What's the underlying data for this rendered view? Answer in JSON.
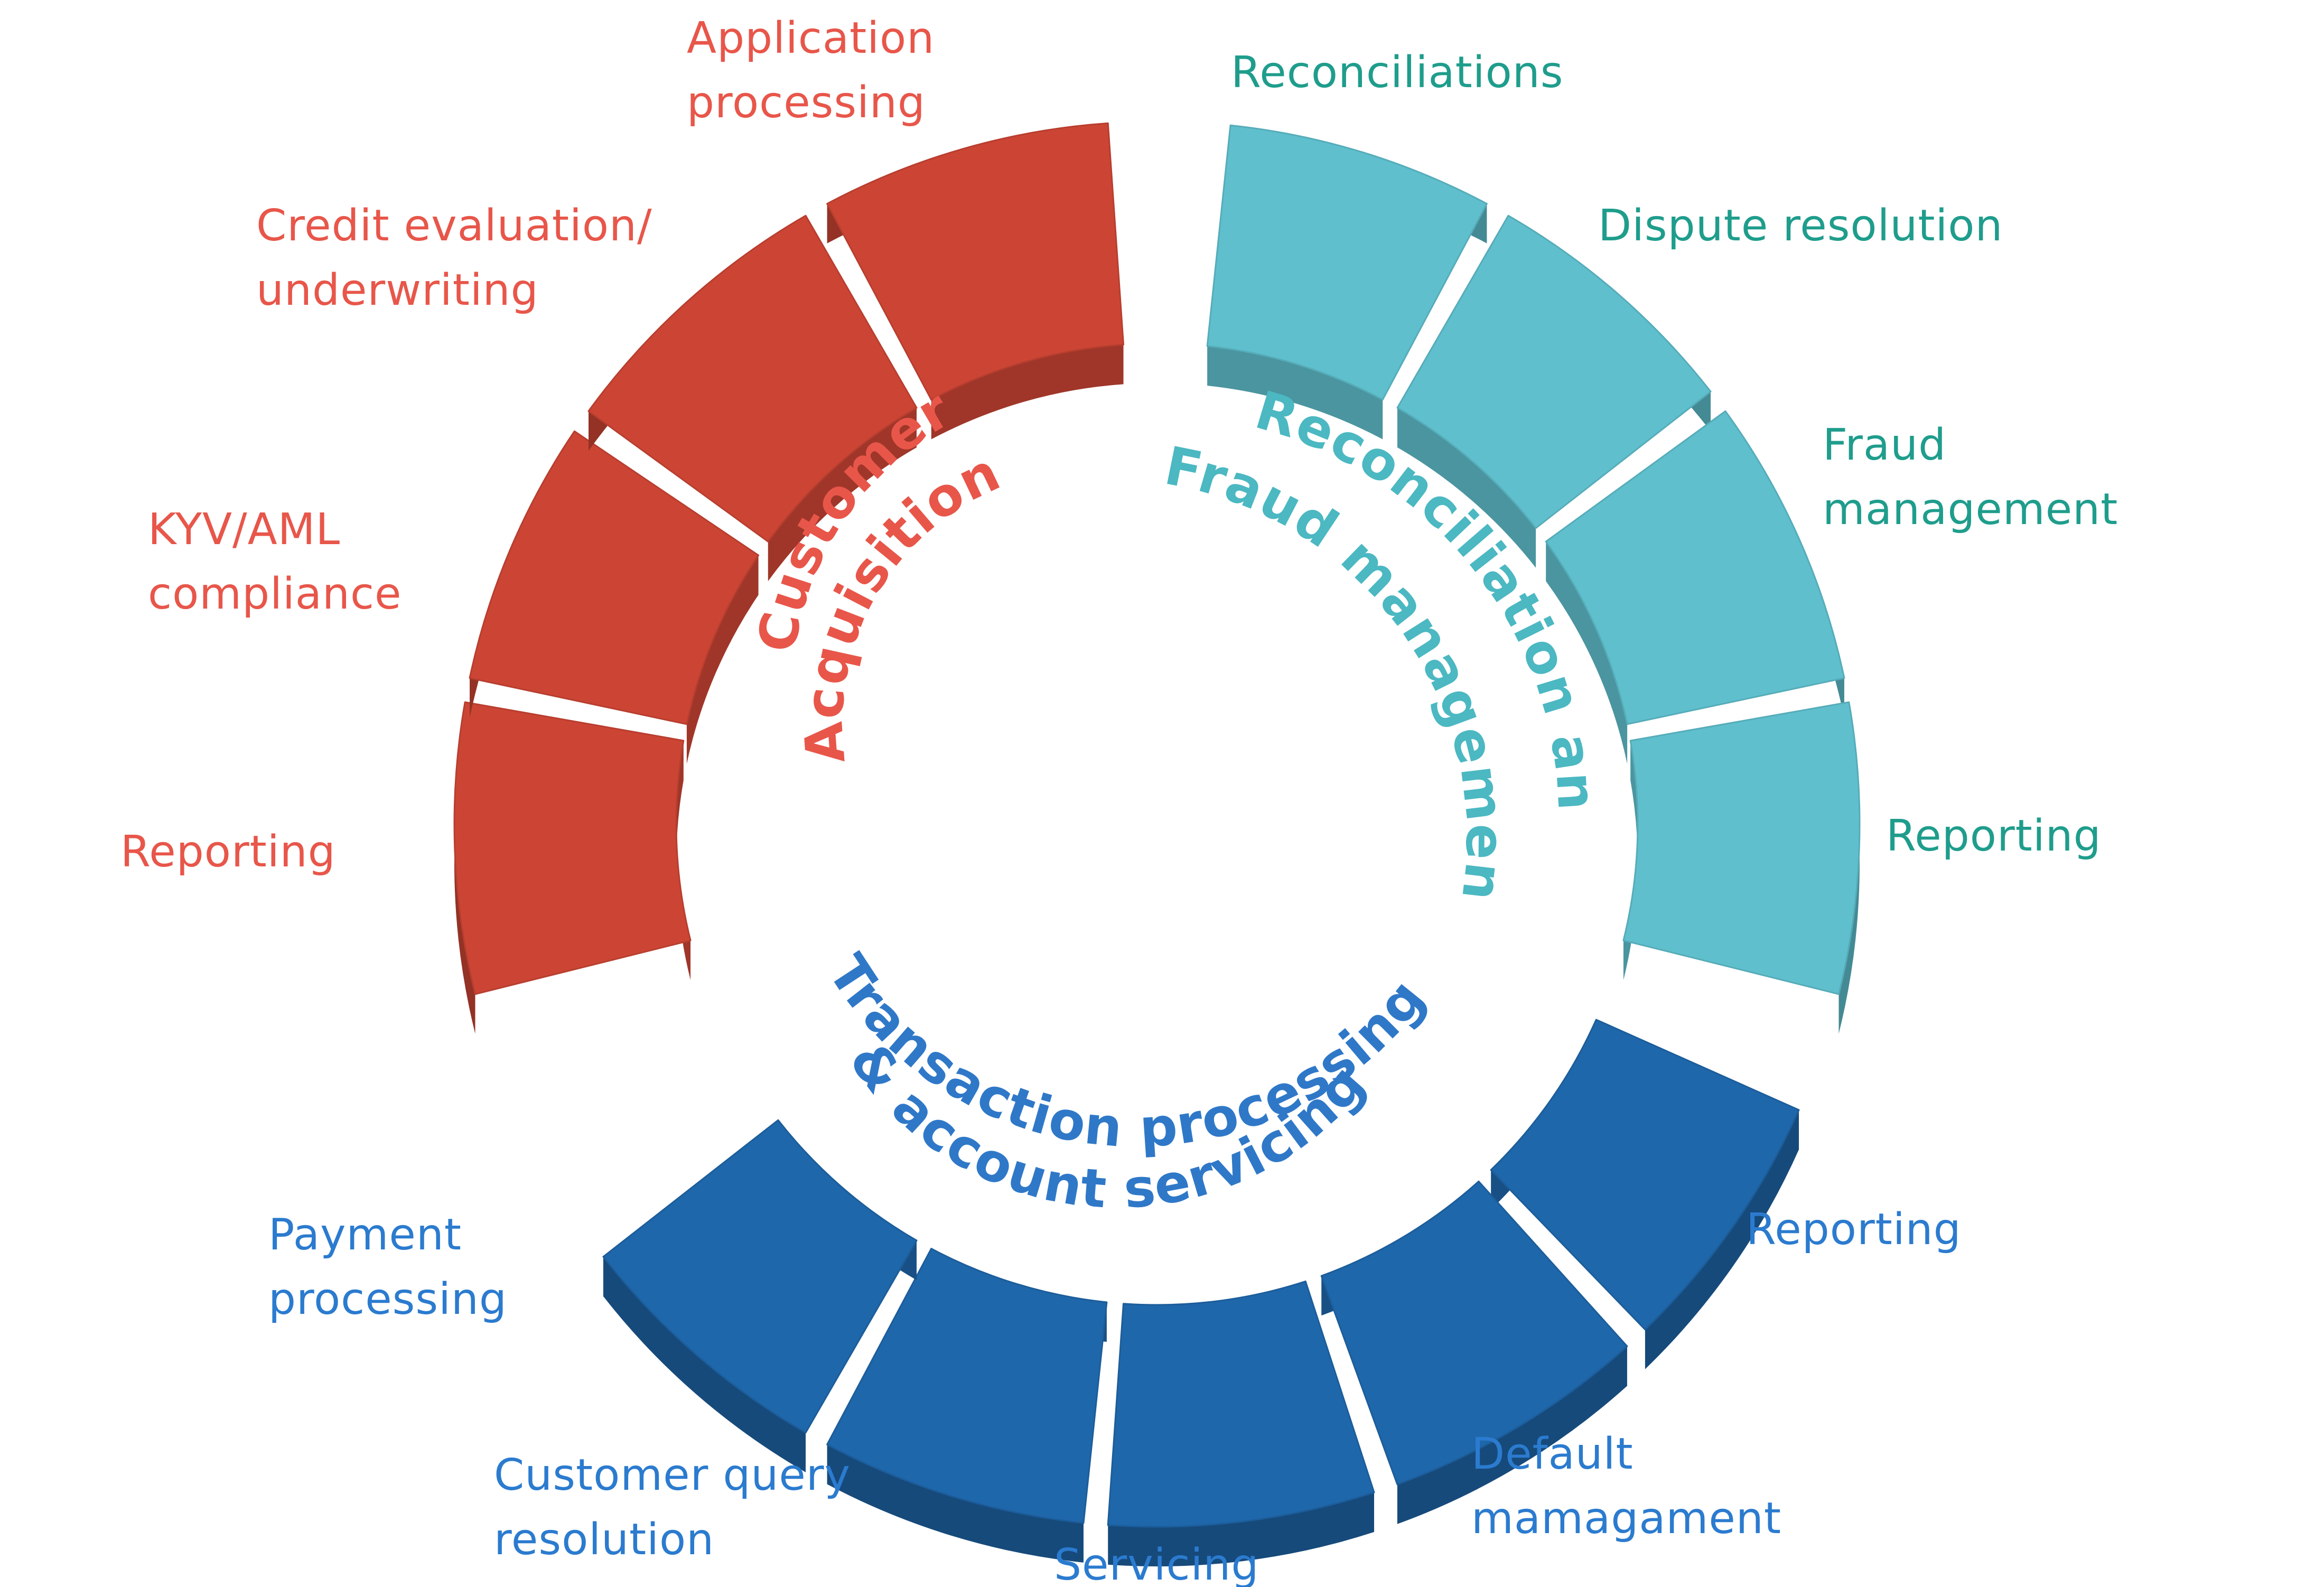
{
  "colors": {
    "acquisition": "#cc4534",
    "acquisition_label": "#e8564a",
    "reconciliation": "#5fbfcd",
    "reconciliation_label": "#1f9d8c",
    "reconciliation_title": "#4bb8c2",
    "transaction": "#1f67ab",
    "transaction_label": "#2b7bcf",
    "transaction_title": "#2f78c8"
  },
  "categories": {
    "acquisition": [
      "Customer",
      "Acquisition"
    ],
    "reconciliation": [
      "Reconciliation and",
      "Fraud management"
    ],
    "transaction": [
      "Transaction processing",
      "& account servicing"
    ]
  },
  "labels": {
    "acquisition": [
      [
        "Application",
        "processing"
      ],
      [
        "Credit evaluation/",
        "underwriting"
      ],
      [
        "KYV/AML",
        "compliance"
      ],
      [
        "Reporting"
      ]
    ],
    "reconciliation": [
      [
        "Reconciliations"
      ],
      [
        "Dispute resolution"
      ],
      [
        "Fraud",
        "management"
      ],
      [
        "Reporting"
      ]
    ],
    "transaction": [
      [
        "Payment",
        "processing"
      ],
      [
        "Customer query",
        "resolution"
      ],
      [
        "Servicing"
      ],
      [
        "Default",
        "mamagament"
      ],
      [
        "Reporting"
      ]
    ]
  }
}
